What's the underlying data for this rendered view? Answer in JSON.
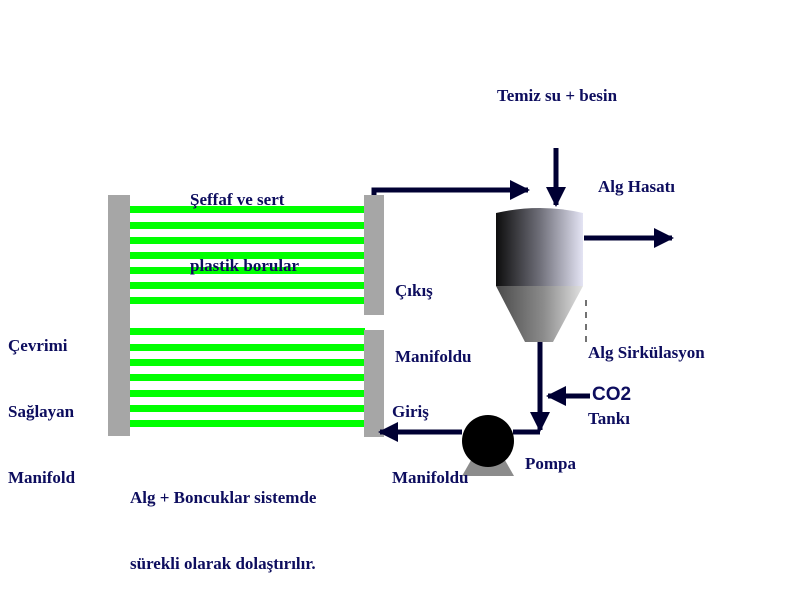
{
  "labels": {
    "fresh_water": "Temiz su + besin",
    "tubes_line1": "Şeffaf ve sert",
    "tubes_line2": "plastik borular",
    "harvest": "Alg Hasatı",
    "outlet_line1": "Çıkış",
    "outlet_line2": "Manifoldu",
    "tank_line1": "Alg Sirkülasyon",
    "tank_line2": "Tankı",
    "circ_line1": "Çevrimi",
    "circ_line2": "Sağlayan",
    "circ_line3": "Manifold",
    "inlet_line1": "Giriş",
    "inlet_line2": "Manifoldu",
    "co2": "CO2",
    "pump": "Pompa",
    "note_line1": "Alg + Boncuklar sistemde",
    "note_line2": "sürekli olarak dolaştırılır."
  },
  "colors": {
    "tube": "#00ff00",
    "manifold": "#a6a6a6",
    "arrow": "#000033",
    "text": "#0d0d5e",
    "tank_dark": "#111111",
    "tank_light": "#e0e0f2"
  }
}
